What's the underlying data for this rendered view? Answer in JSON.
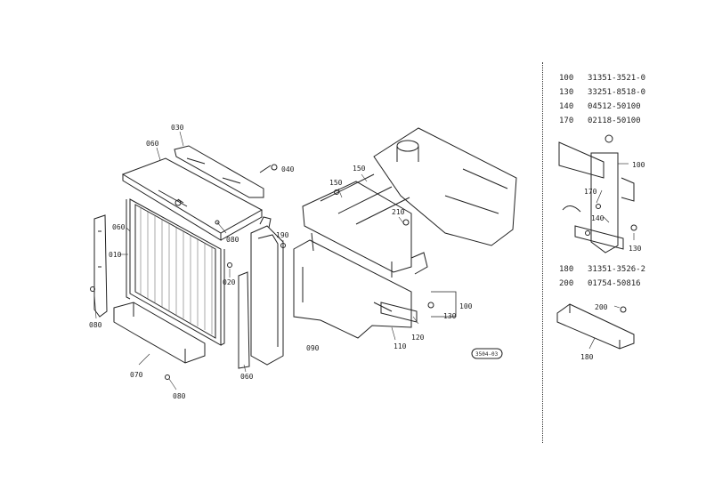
{
  "diagram": {
    "callouts": {
      "c030": "030",
      "c060_top": "060",
      "c040": "040",
      "c150_a": "150",
      "c150_b": "150",
      "c060_left": "060",
      "c010": "010",
      "c080_mid": "080",
      "c190": "190",
      "c210": "210",
      "c020": "020",
      "c080_left": "080",
      "c100": "100",
      "c130": "130",
      "c120": "120",
      "c110": "110",
      "c090": "090",
      "c070": "070",
      "c080_bottom": "080",
      "c060_bottom": "060"
    },
    "stamp": "3504-03"
  },
  "parts_table_top": [
    {
      "ref": "100",
      "part": "31351-3521-0"
    },
    {
      "ref": "130",
      "part": "33251-8518-0"
    },
    {
      "ref": "140",
      "part": "04512-50100"
    },
    {
      "ref": "170",
      "part": "02118-50100"
    }
  ],
  "inset_top": {
    "labels": {
      "l100": "100",
      "l170": "170",
      "l140": "140",
      "l130": "130"
    }
  },
  "parts_table_bottom": [
    {
      "ref": "180",
      "part": "31351-3526-2"
    },
    {
      "ref": "200",
      "part": "01754-50816"
    }
  ],
  "inset_bottom": {
    "labels": {
      "l200": "200",
      "l180": "180"
    }
  }
}
